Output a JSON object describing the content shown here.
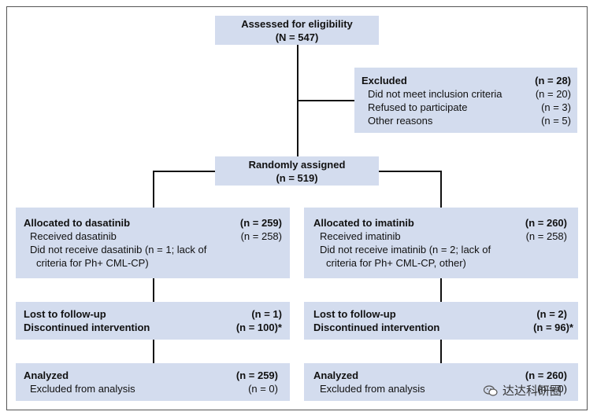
{
  "assessed": {
    "title": "Assessed for eligibility",
    "n": "(N = 547)"
  },
  "excluded": {
    "title": "Excluded",
    "n": "(n = 28)",
    "items": [
      {
        "label": "Did not meet inclusion criteria",
        "n": "(n = 20)"
      },
      {
        "label": "Refused to participate",
        "n": "(n = 3)"
      },
      {
        "label": "Other reasons",
        "n": "(n = 5)"
      }
    ]
  },
  "randomized": {
    "title": "Randomly assigned",
    "n": "(n = 519)"
  },
  "dasatinib": {
    "alloc": {
      "title": "Allocated to dasatinib",
      "n": "(n = 259)",
      "received": "Received dasatinib",
      "received_n": "(n = 258)",
      "not_received_1": "Did not receive dasatinib (n = 1; lack of",
      "not_received_2": "criteria for Ph+ CML-CP)"
    },
    "followup": {
      "lost": "Lost to follow-up",
      "lost_n": "(n = 1)",
      "disc": "Discontinued intervention",
      "disc_n": "(n = 100)*"
    },
    "analysis": {
      "title": "Analyzed",
      "n": "(n = 259)",
      "excluded": "Excluded from analysis",
      "excluded_n": "(n = 0)"
    }
  },
  "imatinib": {
    "alloc": {
      "title": "Allocated to imatinib",
      "n": "(n = 260)",
      "received": "Received imatinib",
      "received_n": "(n = 258)",
      "not_received_1": "Did not receive imatinib (n = 2; lack of",
      "not_received_2": "criteria for Ph+ CML-CP, other)"
    },
    "followup": {
      "lost": "Lost to follow-up",
      "lost_n": "(n = 2)",
      "disc": "Discontinued intervention",
      "disc_n": "(n = 96)*"
    },
    "analysis": {
      "title": "Analyzed",
      "n": "(n = 260)",
      "excluded": "Excluded from analysis",
      "excluded_n": "(n = 0)"
    }
  },
  "watermark": {
    "text": "达达科研圈",
    "icon": "wechat-icon"
  },
  "colors": {
    "box": "#d3dcee",
    "line": "#111111"
  }
}
